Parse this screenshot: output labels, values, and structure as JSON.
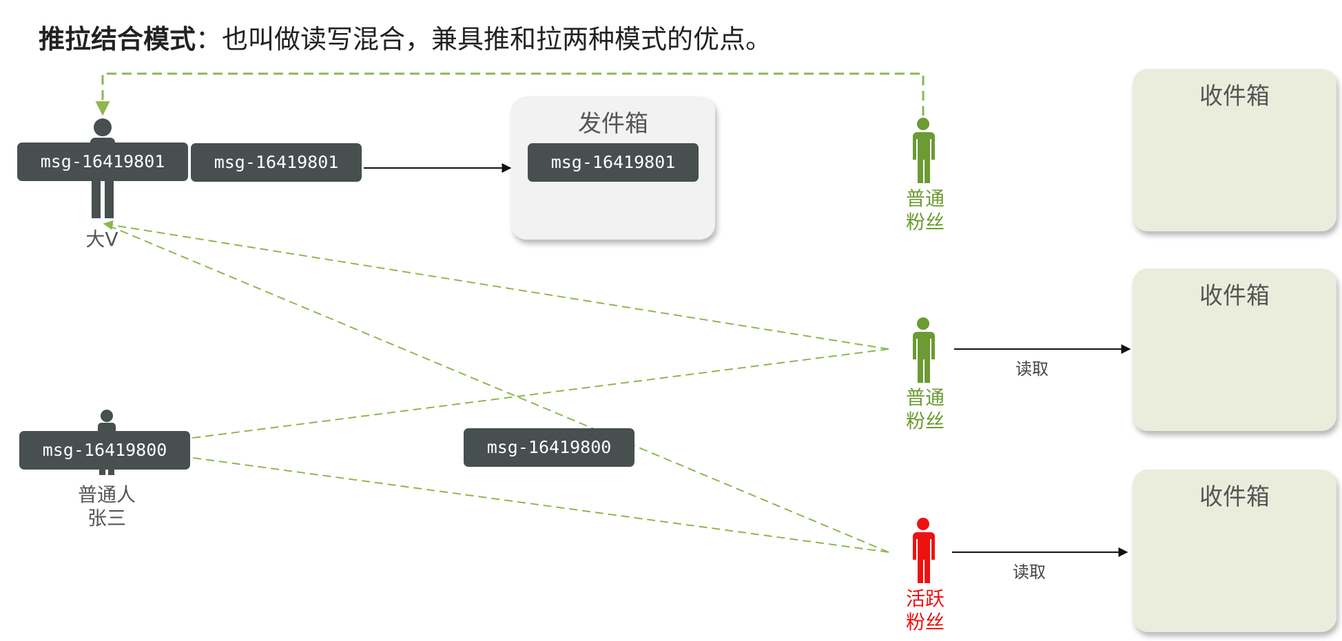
{
  "title": {
    "bold": "推拉结合模式",
    "rest": "：也叫做读写混合，兼具推和拉两种模式的优点。"
  },
  "outbox": {
    "title": "发件箱",
    "message": "msg-16419801"
  },
  "inboxes": [
    {
      "title": "收件箱"
    },
    {
      "title": "收件箱"
    },
    {
      "title": "收件箱"
    }
  ],
  "publishers": {
    "big_v": {
      "label": "大V",
      "message": "msg-16419801",
      "message_sent": "msg-16419801"
    },
    "zhangsan": {
      "label_line1": "普通人",
      "label_line2": "张三",
      "message": "msg-16419800",
      "message_sent": "msg-16419800"
    }
  },
  "fans": [
    {
      "label_line1": "普通",
      "label_line2": "粉丝",
      "color": "#6c9a33"
    },
    {
      "label_line1": "普通",
      "label_line2": "粉丝",
      "color": "#6c9a33"
    },
    {
      "label_line1": "活跃",
      "label_line2": "粉丝",
      "color": "#ee1111"
    }
  ],
  "read_labels": [
    "读取",
    "读取"
  ],
  "colors": {
    "dark_person": "#474f4f",
    "green_line": "#8db74e",
    "message_bg": "#474f4f"
  }
}
